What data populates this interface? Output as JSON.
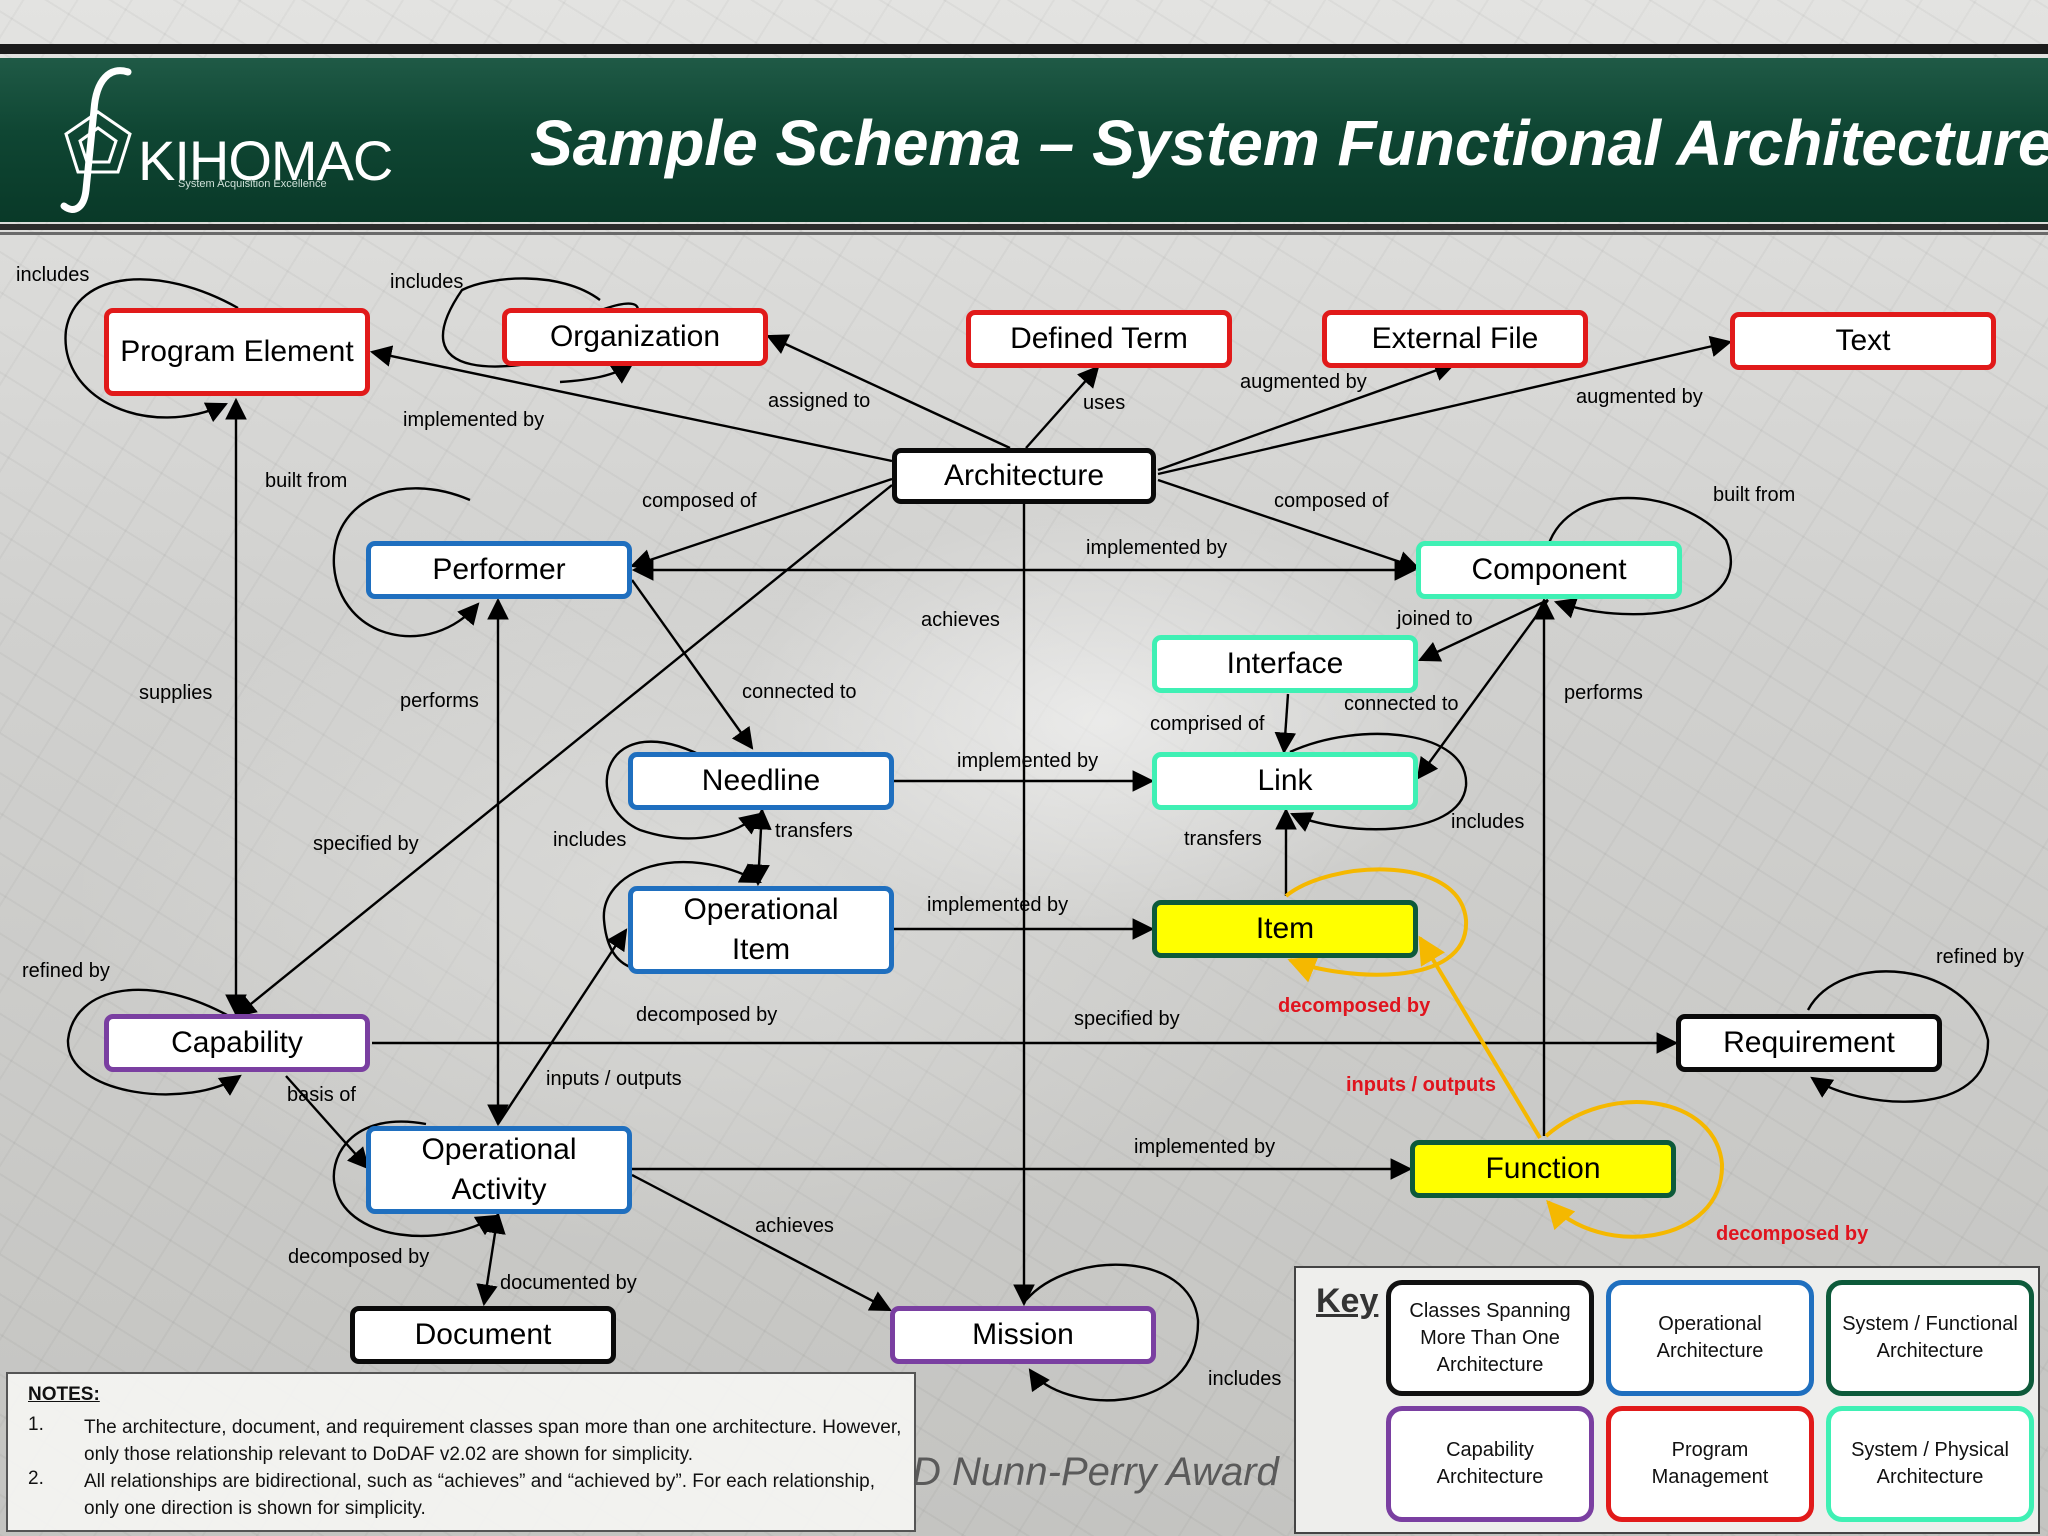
{
  "header": {
    "title": "Sample Schema – System Functional Architecture",
    "logo_text": "KIHOMAC",
    "logo_subtitle": "System Acquisition Excellence"
  },
  "nodes": {
    "program_element": "Program Element",
    "organization": "Organization",
    "defined_term": "Defined Term",
    "external_file": "External File",
    "text": "Text",
    "architecture": "Architecture",
    "performer": "Performer",
    "component": "Component",
    "interface": "Interface",
    "needline": "Needline",
    "link": "Link",
    "operational_item": "Operational Item",
    "item": "Item",
    "capability": "Capability",
    "requirement": "Requirement",
    "operational_activity": "Operational Activity",
    "function": "Function",
    "document": "Document",
    "mission": "Mission"
  },
  "edge_labels": {
    "includes_program": "includes",
    "includes_org": "includes",
    "implemented_by_pe": "implemented by",
    "assigned_to": "assigned to",
    "uses": "uses",
    "augmented_by_ef": "augmented by",
    "augmented_by_text": "augmented by",
    "built_from_pe": "built from",
    "composed_of_perf": "composed of",
    "composed_of_comp": "composed of",
    "built_from_comp": "built from",
    "implemented_by_perf_comp": "implemented by",
    "achieves_arch": "achieves",
    "joined_to": "joined to",
    "supplies": "supplies",
    "performs_perf": "performs",
    "connected_to_needline": "connected to",
    "connected_to_link": "connected to",
    "performs_comp": "performs",
    "comprised_of": "comprised of",
    "implemented_by_needline": "implemented by",
    "specified_by_arch": "specified by",
    "includes_needline": "includes",
    "transfers_needline": "transfers",
    "transfers_link": "transfers",
    "includes_link": "includes",
    "implemented_by_opitem": "implemented by",
    "refined_by_cap": "refined by",
    "refined_by_req": "refined by",
    "decomposed_by_opitem": "decomposed by",
    "decomposed_by_item": "decomposed by",
    "specified_by_cap": "specified by",
    "basis_of": "basis of",
    "inputs_outputs_op": "inputs / outputs",
    "inputs_outputs_fn": "inputs / outputs",
    "implemented_by_opact": "implemented by",
    "achieves_opact": "achieves",
    "decomposed_by_opact": "decomposed by",
    "decomposed_by_fn": "decomposed by",
    "documented_by": "documented by",
    "includes_mission": "includes"
  },
  "notes": {
    "title": "NOTES:",
    "items": [
      {
        "num": "1.",
        "text": "The architecture, document, and requirement classes span more than one architecture. However, only those relationship relevant to DoDAF v2.02 are shown for simplicity."
      },
      {
        "num": "2.",
        "text": "All relationships are bidirectional, such as “achieves” and “achieved by”. For each relationship, only one direction is shown for simplicity."
      }
    ]
  },
  "watermark": "D Nunn-Perry Award W",
  "key": {
    "title": "Key",
    "entries": [
      {
        "label": "Classes Spanning More Than One Architecture",
        "color": "#111111"
      },
      {
        "label": "Operational Architecture",
        "color": "#1f6fbf"
      },
      {
        "label": "System / Functional Architecture",
        "color": "#0d5a3a"
      },
      {
        "label": "Capability Architecture",
        "color": "#7a3fa1"
      },
      {
        "label": "Program Management",
        "color": "#e11a1a"
      },
      {
        "label": "System / Physical Architecture",
        "color": "#3ff0b4"
      }
    ]
  },
  "colors": {
    "banner": "#0f4633",
    "red": "#e11a1a",
    "blue": "#1f6fbf",
    "teal": "#3ff0b4",
    "purple": "#7a3fa1",
    "yellow_fill": "#ffff00",
    "yellow_edge": "#f5b800",
    "red_label": "#e0141e"
  }
}
